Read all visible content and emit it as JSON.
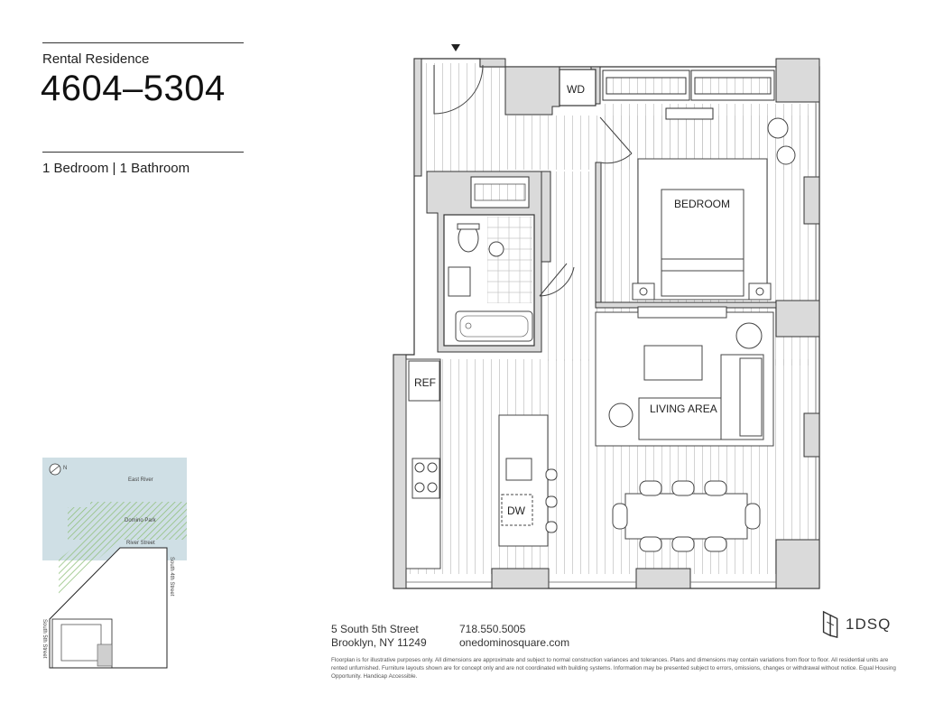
{
  "header": {
    "subtitle": "Rental Residence",
    "unit_number": "4604–5304",
    "unit_type": "1 Bedroom | 1 Bathroom"
  },
  "plan": {
    "rooms": {
      "wd": "WD",
      "bedroom": "BEDROOM",
      "ref": "REF",
      "living": "LIVING AREA",
      "dw": "DW"
    }
  },
  "keymap": {
    "river": "East River",
    "park": "Domino Park",
    "river_street": "River Street",
    "south4": "South 4th Street",
    "south5": "South 5th Street",
    "north": "N",
    "colors": {
      "water": "#cfdfe5",
      "park": "#8fbf7a"
    }
  },
  "footer": {
    "address_line1": "5 South 5th Street",
    "address_line2": "Brooklyn, NY 11249",
    "phone": "718.550.5005",
    "website": "onedominosquare.com",
    "disclaimer": "Floorplan is for illustrative purposes only. All dimensions are approximate and subject to normal construction variances and tolerances. Plans and dimensions may contain variations from floor to floor. All residential units are rented unfurnished. Furniture layouts shown are for concept only and are not coordinated with building systems. Information may be presented subject to errors, omissions, changes or withdrawal without notice. Equal Housing Opportunity. Handicap Accessible."
  },
  "brand": {
    "logo_text": "1DSQ"
  }
}
